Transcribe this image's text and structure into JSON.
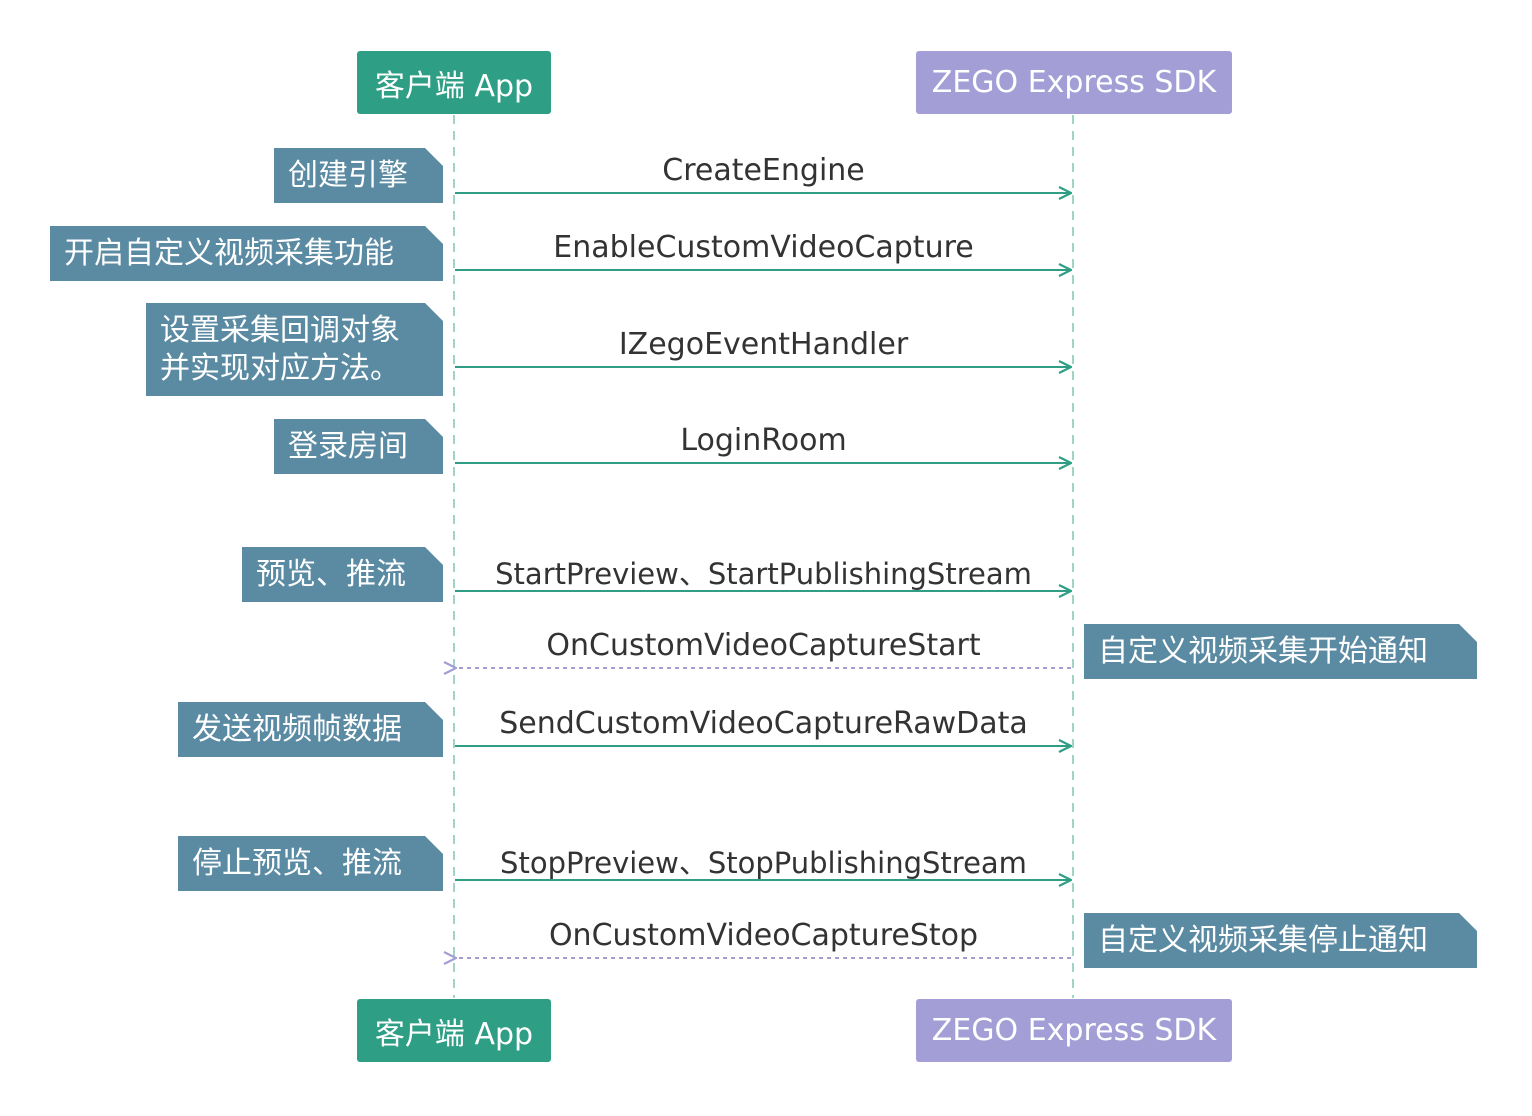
{
  "participants": {
    "client": "客户端 App",
    "sdk": "ZEGO Express SDK"
  },
  "colors": {
    "client": "#2e9e85",
    "sdk": "#a39ed5",
    "note": "#5b8ba3"
  },
  "steps": [
    {
      "note": "创建引擎",
      "message": "CreateEngine",
      "direction": "request"
    },
    {
      "note": "开启自定义视频采集功能",
      "message": "EnableCustomVideoCapture",
      "direction": "request"
    },
    {
      "note": "设置采集回调对象并实现对应方法。",
      "note_lines": [
        "设置采集回调对象",
        "并实现对应方法。"
      ],
      "message": "IZegoEventHandler",
      "direction": "request"
    },
    {
      "note": "登录房间",
      "message": "LoginRoom",
      "direction": "request"
    },
    {
      "note": "预览、推流",
      "message": "StartPreview、StartPublishingStream",
      "direction": "request"
    },
    {
      "note": "自定义视频采集开始通知",
      "message": "OnCustomVideoCaptureStart",
      "direction": "callback"
    },
    {
      "note": "发送视频帧数据",
      "message": "SendCustomVideoCaptureRawData",
      "direction": "request"
    },
    {
      "note": "停止预览、推流",
      "message": "StopPreview、StopPublishingStream",
      "direction": "request"
    },
    {
      "note": "自定义视频采集停止通知",
      "message": "OnCustomVideoCaptureStop",
      "direction": "callback"
    }
  ]
}
